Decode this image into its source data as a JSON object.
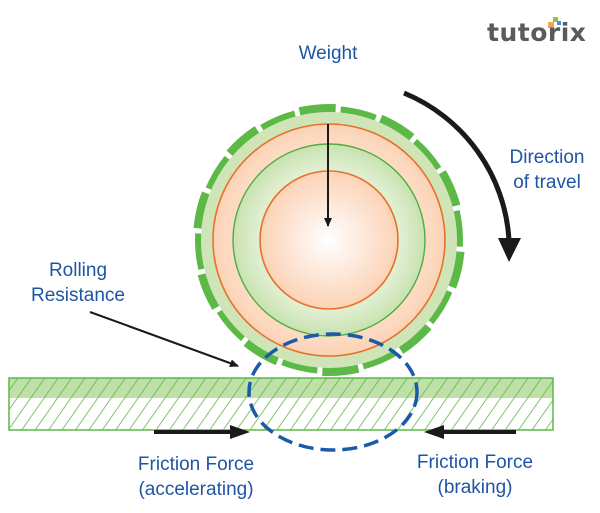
{
  "logo": {
    "text": "tutorix",
    "dot_colors": [
      "#f4a259",
      "#8cc63f",
      "#4a90d9"
    ]
  },
  "labels": {
    "weight": "Weight",
    "direction_line1": "Direction",
    "direction_line2": "of travel",
    "rolling_line1": "Rolling",
    "rolling_line2": "Resistance",
    "friction_acc_line1": "Friction Force",
    "friction_acc_line2": "(accelerating)",
    "friction_brake_line1": "Friction Force",
    "friction_brake_line2": "(braking)"
  },
  "colors": {
    "label_text": "#1f55a3",
    "tread_green": "#5cb946",
    "ring_light_green": "#cfe5b8",
    "ring_orange_line": "#e8712a",
    "ring_green_line": "#4fae3f",
    "core_peach": "#fbd7bd",
    "road_green": "#66bb55",
    "road_band": "#bfe0a8",
    "contact_ellipse": "#1a5aa8",
    "arrow": "#1a1a1a"
  }
}
